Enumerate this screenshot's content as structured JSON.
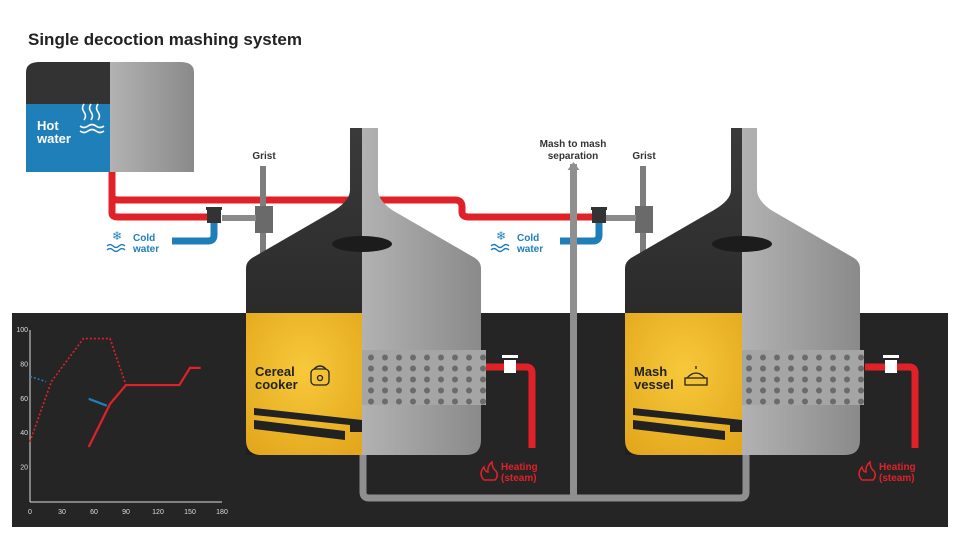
{
  "title": "Single decoction mashing system",
  "tank": {
    "label_line1": "Hot",
    "label_line2": "water"
  },
  "grist_left": "Grist",
  "grist_right": "Grist",
  "mash_separation": {
    "line1": "Mash to mash",
    "line2": "separation"
  },
  "cold_water_left": {
    "line1": "Cold",
    "line2": "water"
  },
  "cold_water_right": {
    "line1": "Cold",
    "line2": "water"
  },
  "cereal_cooker": {
    "line1": "Cereal",
    "line2": "cooker"
  },
  "mash_vessel": {
    "line1": "Mash",
    "line2": "vessel"
  },
  "heating_left": {
    "line1": "Heating",
    "line2": "(steam)"
  },
  "heating_right": {
    "line1": "Heating",
    "line2": "(steam)"
  },
  "colors": {
    "hot": "#e02228",
    "cold": "#1e7fb8",
    "yellow": "#f0b323",
    "dark": "#2b2b2b",
    "grey": "#9a9a9a"
  },
  "chart_data": {
    "type": "line",
    "title": "",
    "xlabel": "",
    "ylabel": "",
    "x_ticks": [
      0,
      30,
      60,
      90,
      120,
      150,
      180
    ],
    "y_ticks": [
      20,
      40,
      60,
      80,
      100
    ],
    "xlim": [
      0,
      180
    ],
    "ylim": [
      0,
      100
    ],
    "series": [
      {
        "style": "dotted",
        "color": "#e02228",
        "points": [
          [
            0,
            35
          ],
          [
            20,
            70
          ],
          [
            50,
            95
          ],
          [
            75,
            95
          ],
          [
            90,
            68
          ]
        ]
      },
      {
        "style": "dotted",
        "color": "#1e7fb8",
        "points": [
          [
            0,
            73
          ],
          [
            15,
            70
          ]
        ]
      },
      {
        "style": "solid",
        "color": "#e02228",
        "points": [
          [
            55,
            32
          ],
          [
            75,
            57
          ],
          [
            90,
            68
          ],
          [
            140,
            68
          ],
          [
            150,
            78
          ],
          [
            160,
            78
          ]
        ]
      },
      {
        "style": "solid",
        "color": "#1e7fb8",
        "points": [
          [
            55,
            60
          ],
          [
            72,
            56
          ]
        ]
      }
    ]
  }
}
